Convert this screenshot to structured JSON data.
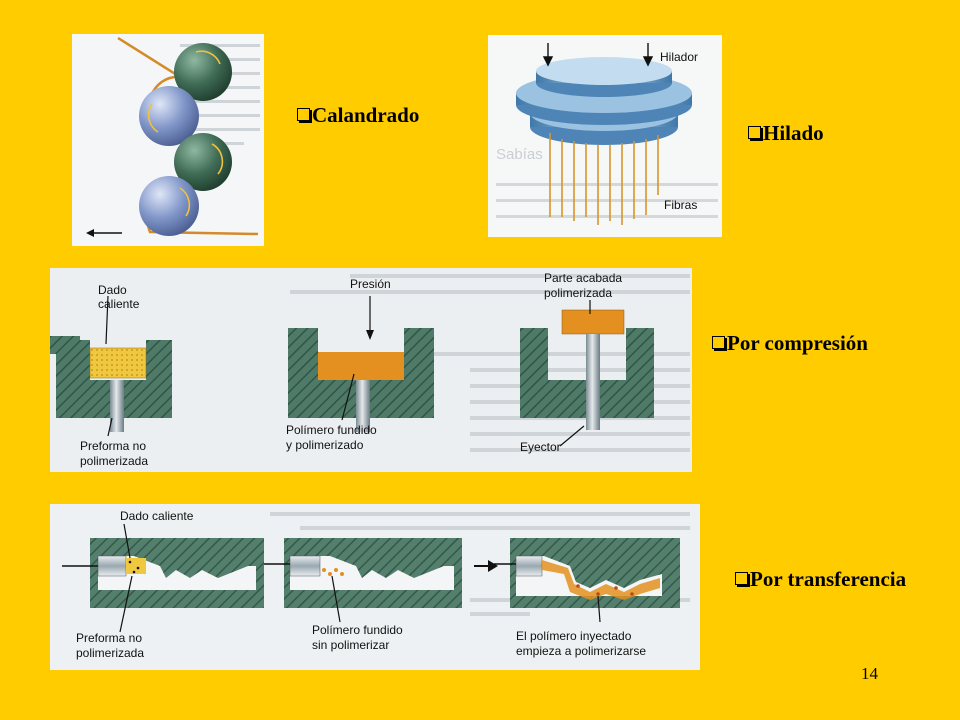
{
  "slide": {
    "page_number": "14"
  },
  "bullets": {
    "calandrado": "Calandrado",
    "hilado": "Hilado",
    "compresion": "Por compresión",
    "transferencia": "Por transferencia"
  },
  "hilado_panel": {
    "hilador": "Hilador",
    "fibras": "Fibras"
  },
  "compresion_panel": {
    "dado_caliente_1": "Dado",
    "dado_caliente_2": "caliente",
    "presion": "Presión",
    "parte_acabada_1": "Parte acabada",
    "parte_acabada_2": "polimerizada",
    "preforma_1": "Preforma no",
    "preforma_2": "polimerizada",
    "polimero_1": "Polímero fundido",
    "polimero_2": "y polimerizado",
    "eyector": "Eyector"
  },
  "transferencia_panel": {
    "dado_caliente": "Dado caliente",
    "preforma_1": "Preforma no",
    "preforma_2": "polimerizada",
    "polimero_1": "Polímero fundido",
    "polimero_2": "sin polimerizar",
    "inyectado_1": "El polímero inyectado",
    "inyectado_2": "empieza a polimerizarse"
  },
  "colors": {
    "background": "#FFCC00",
    "mold_green": "#4f7a68",
    "roller_green": "#3f6b55",
    "roller_blue": "#7f95c8",
    "polymer_orange": "#e39020",
    "preform_yellow": "#f0c840"
  }
}
